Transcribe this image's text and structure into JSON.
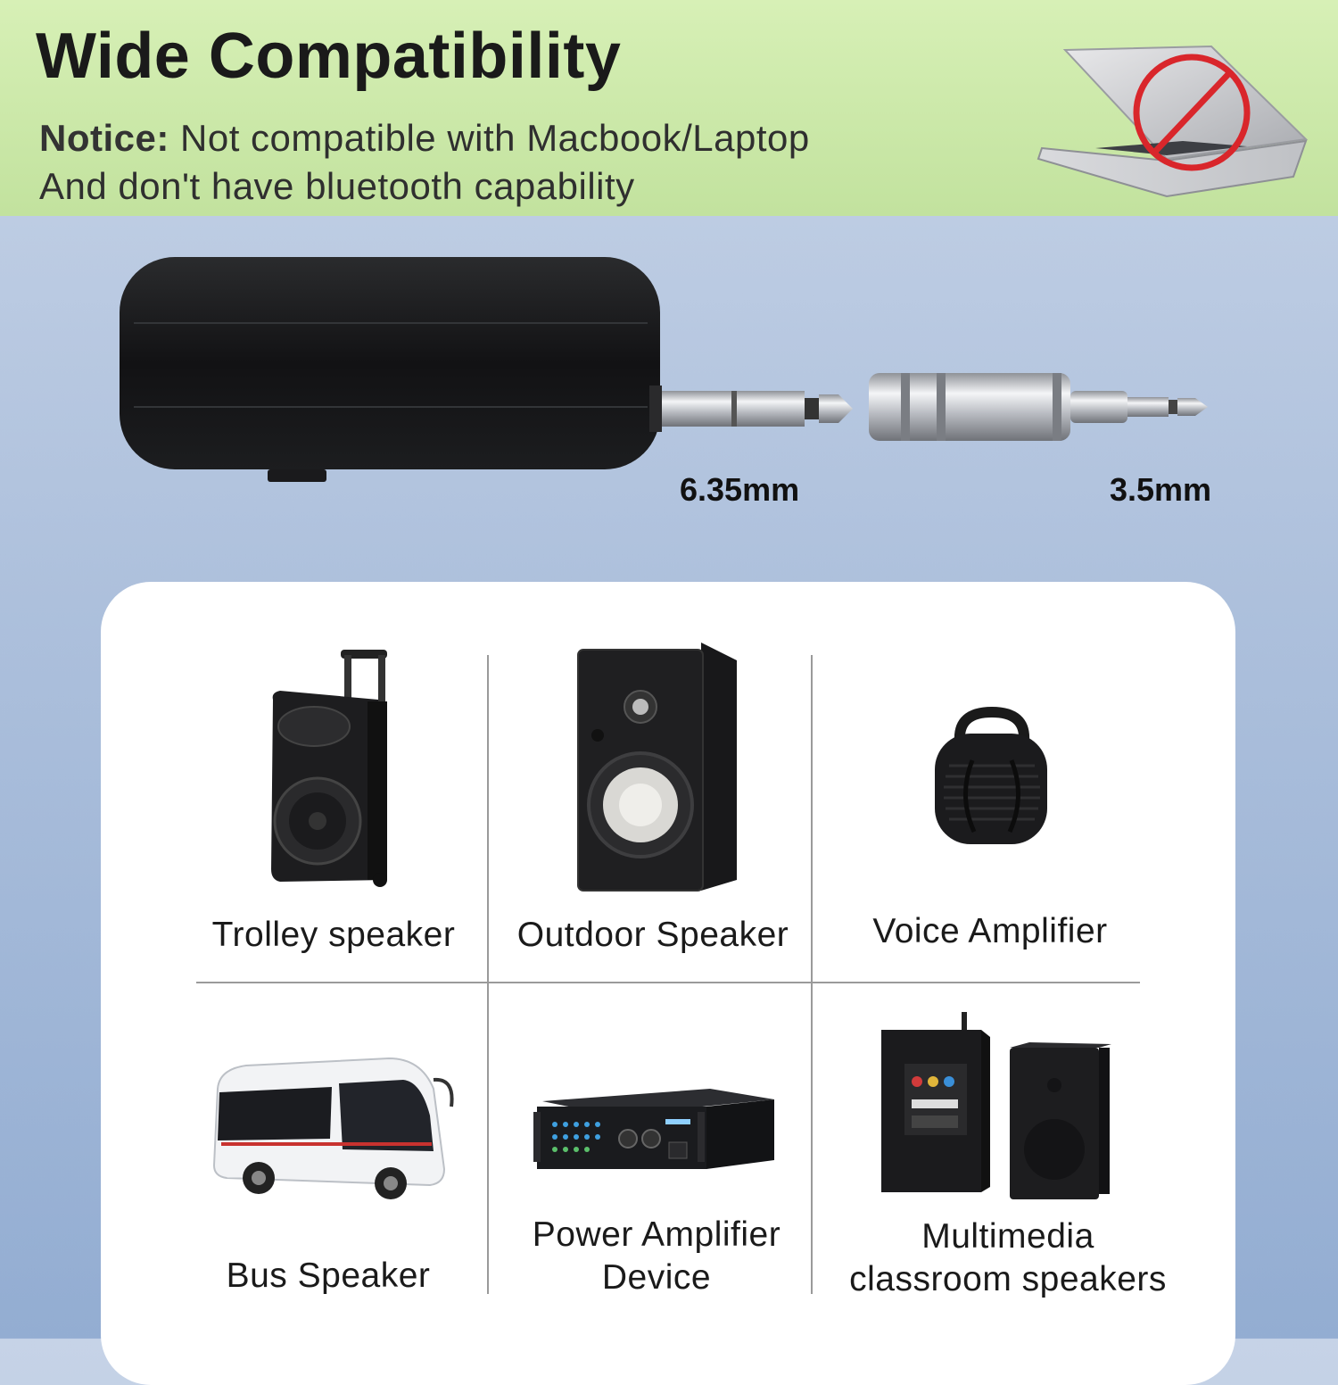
{
  "header": {
    "title": "Wide Compatibility",
    "notice_label": "Notice:",
    "notice_line1": "Not compatible with Macbook/Laptop",
    "notice_line2": "And don't have bluetooth capability"
  },
  "connectors": {
    "large_plug_label": "6.35mm",
    "small_plug_label": "3.5mm"
  },
  "devices": [
    {
      "label": "Trolley speaker",
      "icon": "trolley-speaker-icon"
    },
    {
      "label": "Outdoor Speaker",
      "icon": "outdoor-speaker-icon"
    },
    {
      "label": "Voice Amplifier",
      "icon": "voice-amplifier-icon"
    },
    {
      "label": "Bus Speaker",
      "icon": "bus-icon"
    },
    {
      "label_line1": "Power Amplifier",
      "label_line2": "Device",
      "icon": "power-amplifier-icon"
    },
    {
      "label_line1": "Multimedia",
      "label_line2": "classroom speakers",
      "icon": "classroom-speakers-icon"
    }
  ]
}
